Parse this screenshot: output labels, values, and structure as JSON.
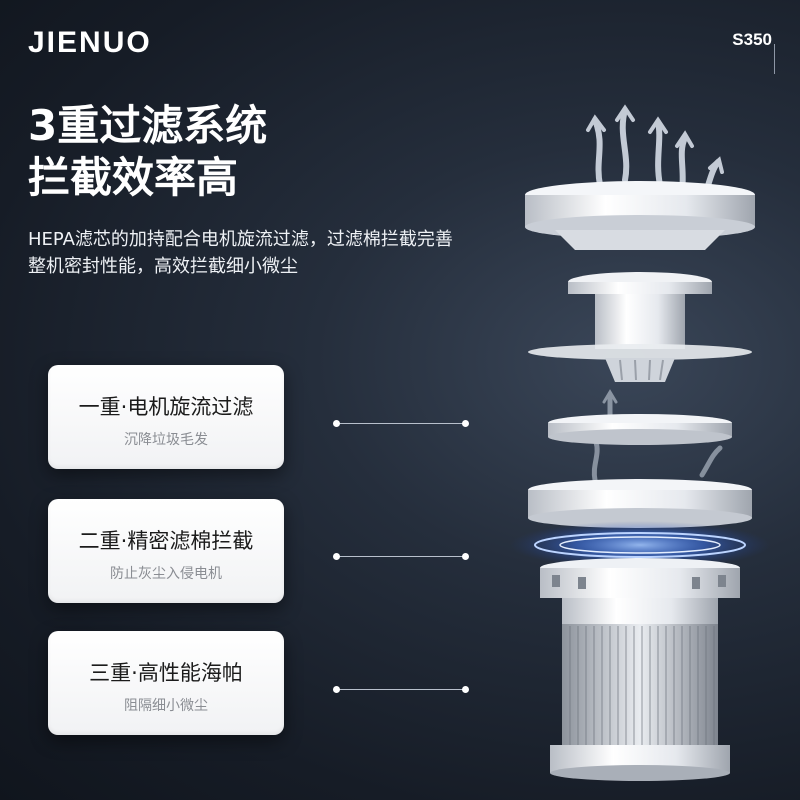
{
  "brand": {
    "logo": "JIENUO",
    "model": "S350"
  },
  "headline": {
    "line1": "3重过滤系统",
    "line2": "拦截效率高"
  },
  "description": "HEPA滤芯的加持配合电机旋流过滤，过滤棉拦截完善整机密封性能，高效拦截细小微尘",
  "stages": [
    {
      "title": "一重·电机旋流过滤",
      "subtitle": "沉降垃圾毛发"
    },
    {
      "title": "二重·精密滤棉拦截",
      "subtitle": "防止灰尘入侵电机"
    },
    {
      "title": "三重·高性能海帕",
      "subtitle": "阻隔细小微尘"
    }
  ],
  "colors": {
    "background": "#1a212c",
    "card": "#ffffff",
    "accent_glow": "#3f7bff"
  },
  "icons": [
    "airflow-arrow-icon",
    "swirl-ring-icon"
  ]
}
